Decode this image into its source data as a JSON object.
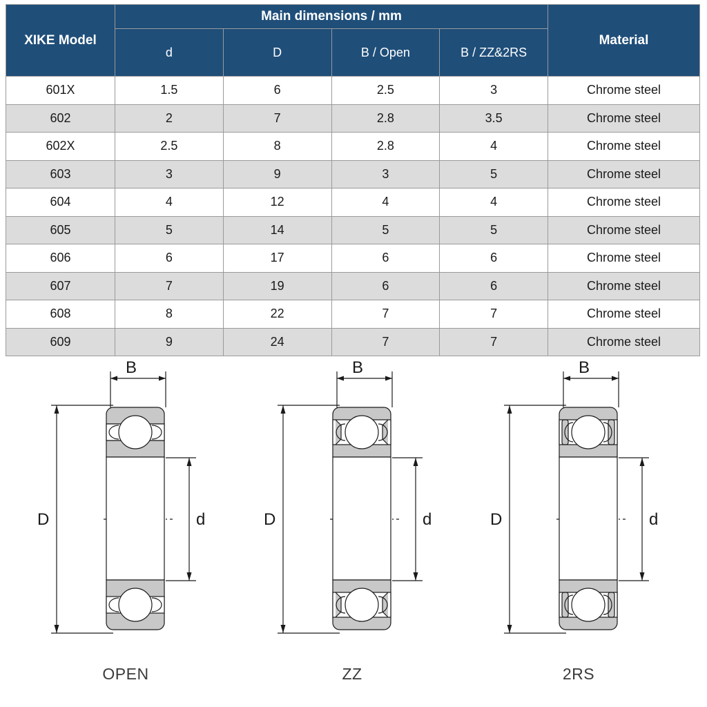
{
  "table": {
    "headers": {
      "model": "XIKE Model",
      "group": "Main dimensions / mm",
      "sub": [
        "d",
        "D",
        "B / Open",
        "B / ZZ&2RS"
      ],
      "material": "Material"
    },
    "rows": [
      {
        "model": "601X",
        "d": "1.5",
        "D": "6",
        "b_open": "2.5",
        "b_zz2rs": "3",
        "material": "Chrome steel"
      },
      {
        "model": "602",
        "d": "2",
        "D": "7",
        "b_open": "2.8",
        "b_zz2rs": "3.5",
        "material": "Chrome steel"
      },
      {
        "model": "602X",
        "d": "2.5",
        "D": "8",
        "b_open": "2.8",
        "b_zz2rs": "4",
        "material": "Chrome steel"
      },
      {
        "model": "603",
        "d": "3",
        "D": "9",
        "b_open": "3",
        "b_zz2rs": "5",
        "material": "Chrome steel"
      },
      {
        "model": "604",
        "d": "4",
        "D": "12",
        "b_open": "4",
        "b_zz2rs": "4",
        "material": "Chrome steel"
      },
      {
        "model": "605",
        "d": "5",
        "D": "14",
        "b_open": "5",
        "b_zz2rs": "5",
        "material": "Chrome steel"
      },
      {
        "model": "606",
        "d": "6",
        "D": "17",
        "b_open": "6",
        "b_zz2rs": "6",
        "material": "Chrome steel"
      },
      {
        "model": "607",
        "d": "7",
        "D": "19",
        "b_open": "6",
        "b_zz2rs": "6",
        "material": "Chrome steel"
      },
      {
        "model": "608",
        "d": "8",
        "D": "22",
        "b_open": "7",
        "b_zz2rs": "7",
        "material": "Chrome steel"
      },
      {
        "model": "609",
        "d": "9",
        "D": "24",
        "b_open": "7",
        "b_zz2rs": "7",
        "material": "Chrome steel"
      }
    ]
  },
  "diagrams": {
    "dim_labels": {
      "b": "B",
      "d": "d",
      "D": "D"
    },
    "figures": [
      {
        "id": "open",
        "caption": "OPEN"
      },
      {
        "id": "zz",
        "caption": "ZZ"
      },
      {
        "id": "2rs",
        "caption": "2RS"
      }
    ]
  },
  "colors": {
    "header_blue": "#1f4e79",
    "row_alt_gray": "#dcdcdc",
    "race_fill": "#c8c8c8",
    "line": "#1a1a1a",
    "caption": "#3b3b3b"
  }
}
